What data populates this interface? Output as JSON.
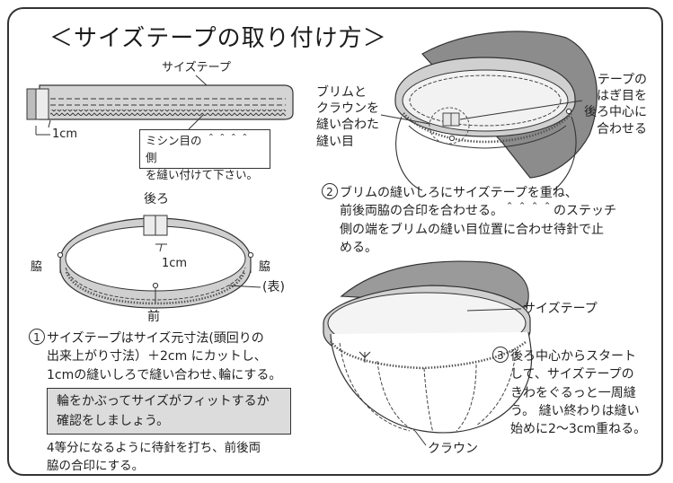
{
  "title": "＜サイズテープの取り付け方＞",
  "tape": {
    "label": "サイズテープ",
    "dim": "1cm",
    "note_lines": [
      "ミシン目の ＾＾＾＾ 側",
      "を縫い付けて下さい。"
    ]
  },
  "ring": {
    "back": "後ろ",
    "dim": "1cm",
    "side_left": "脇",
    "side_right": "脇",
    "front": "前",
    "face": "(表)"
  },
  "step1": {
    "number": "1",
    "lines": [
      "サイズテープはサイズ元寸法(頭回りの",
      "出来上がり寸法）＋2cm にカットし、",
      "1cmの縫いしろで縫い合わせ､輪にする。"
    ]
  },
  "tip": {
    "lines": [
      "輪をかぶってサイズがフィットするか",
      "確認をしましょう。"
    ]
  },
  "pin_note": {
    "lines": [
      "4等分になるように待針を打ち、前後両",
      "脇の合印にする。"
    ]
  },
  "brim": {
    "seam_label": [
      "ブリムと",
      "クラウンを",
      "縫い合わた",
      "縫い目"
    ],
    "joint_label": [
      "テープの",
      "はぎ目を",
      "後ろ中心に",
      "合わせる"
    ]
  },
  "step2": {
    "number": "2",
    "lines": [
      "ブリムの縫いしろにサイズテープを重ね、",
      "前後両脇の合印を合わせる。＾＾＾＾のステッチ",
      "側の端をブリムの縫い目位置に合わせ待針で止",
      "める。"
    ]
  },
  "cap": {
    "tape_label": "サイズテープ",
    "crown_label": "クラウン"
  },
  "step3": {
    "number": "3",
    "lines": [
      "後ろ中心からスタート",
      "して、サイズテープの",
      "きわをぐるっと一周縫",
      "う。 縫い終わりは縫い",
      "始めに2〜3cm重ねる。"
    ]
  }
}
